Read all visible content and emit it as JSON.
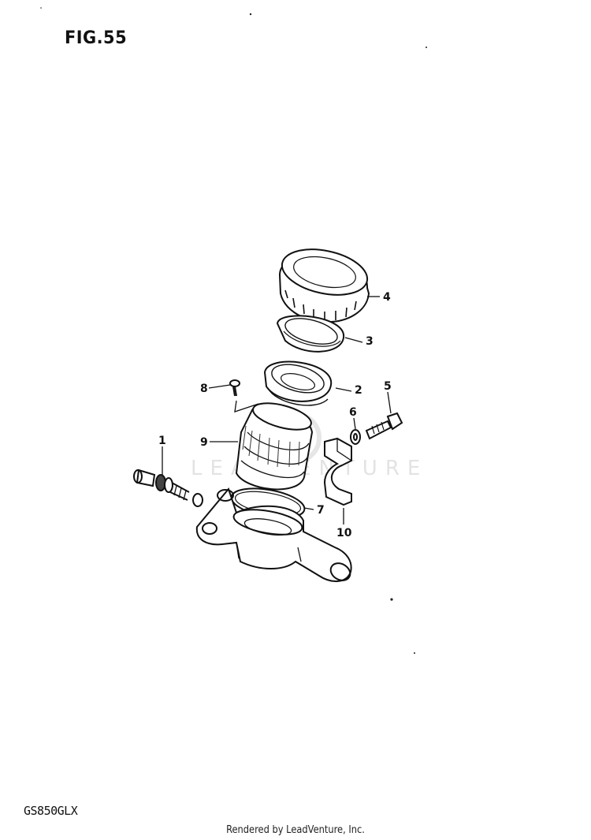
{
  "figure": {
    "title": "FIG.55"
  },
  "watermark": {
    "text": "LEADVENTURE",
    "color": "#e3e3e3"
  },
  "callouts": [
    "1",
    "2",
    "3",
    "4",
    "5",
    "6",
    "7",
    "8",
    "9",
    "10"
  ],
  "model_code": "GS850GLX",
  "footer": {
    "text": "Rendered by LeadVenture, Inc."
  }
}
